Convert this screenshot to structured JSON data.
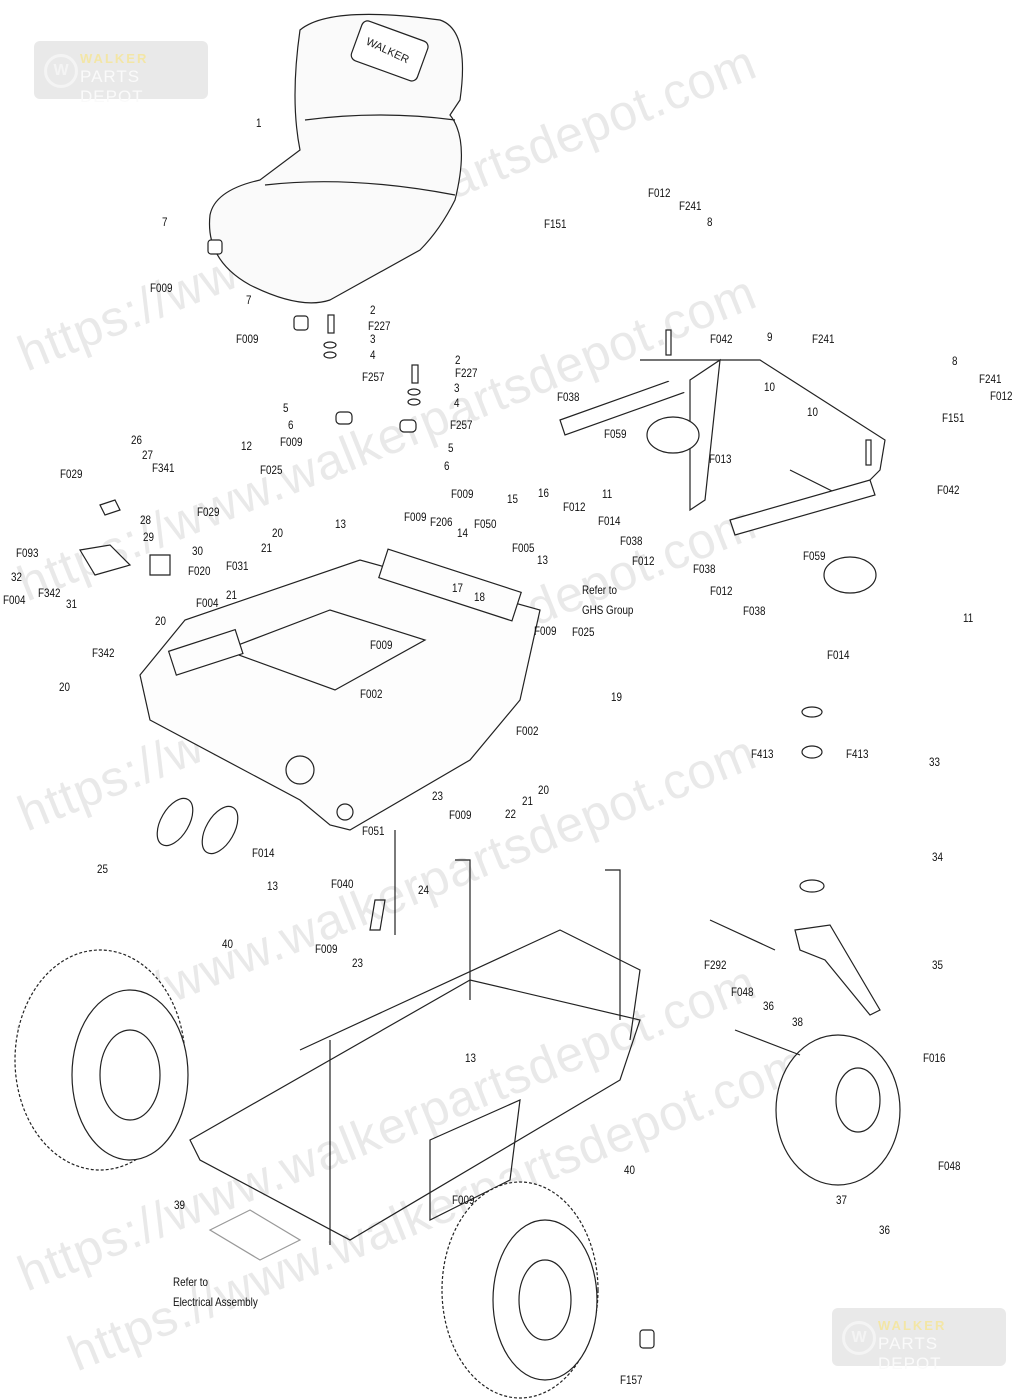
{
  "watermark": "https://www.walkerpartsdepot.com",
  "logo": {
    "brand": "WALKER",
    "sub": "PARTS DEPOT"
  },
  "seat_brand": "WALKER",
  "callouts": [
    "1",
    "7",
    "F009",
    "7",
    "F009",
    "2",
    "F227",
    "3",
    "4",
    "F257",
    "2",
    "F227",
    "3",
    "4",
    "F257",
    "5",
    "6",
    "F009",
    "5",
    "6",
    "F009",
    "12",
    "F025",
    "F029",
    "26",
    "27",
    "F341",
    "28",
    "29",
    "F029",
    "30",
    "F020",
    "F004",
    "F093",
    "32",
    "F004",
    "F342",
    "31",
    "F342",
    "20",
    "21",
    "F031",
    "21",
    "20",
    "20",
    "13",
    "F009",
    "F206",
    "14",
    "F050",
    "15",
    "16",
    "F005",
    "13",
    "17",
    "18",
    "Refer to",
    "GHS Group",
    "F009",
    "F002",
    "F009",
    "F025",
    "19",
    "F002",
    "20",
    "21",
    "22",
    "F051",
    "23",
    "F009",
    "F014",
    "13",
    "F040",
    "25",
    "24",
    "F009",
    "23",
    "40",
    "39",
    "Refer to",
    "Electrical Assembly",
    "13",
    "F009",
    "40",
    "F157",
    "F012",
    "F241",
    "8",
    "F151",
    "F042",
    "9",
    "F241",
    "10",
    "10",
    "8",
    "F241",
    "F012",
    "F151",
    "F042",
    "F038",
    "F059",
    "11",
    "F012",
    "F013",
    "F014",
    "F038",
    "F012",
    "F038",
    "F059",
    "F012",
    "F038",
    "11",
    "F014",
    "F413",
    "F413",
    "33",
    "34",
    "35",
    "F292",
    "F048",
    "36",
    "38",
    "F016",
    "F048",
    "37",
    "36"
  ]
}
